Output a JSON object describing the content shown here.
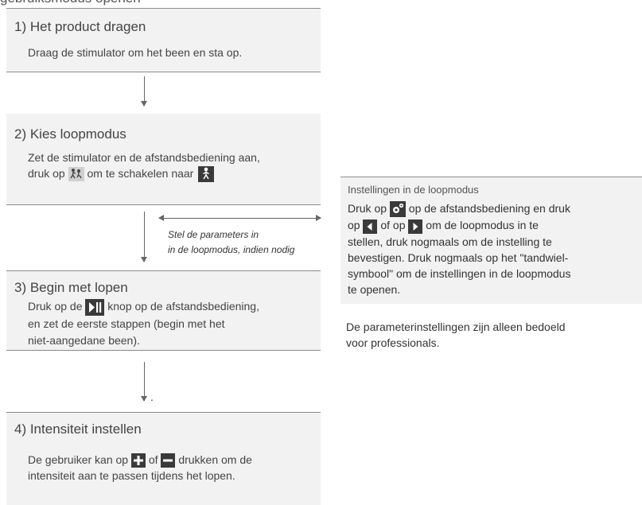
{
  "cut_text": "gebruiksmodus openen",
  "step1": {
    "title": "1) Het product dragen",
    "body": "Draag de stimulator om het been en sta op."
  },
  "step2": {
    "title": "2) Kies loopmodus",
    "line1": "Zet de stimulator en de afstandsbediening aan,",
    "line2a": "druk op ",
    "line2b": " om te schakelen naar "
  },
  "flow_note": {
    "line1": "Stel de parameters in",
    "line2": "in de loopmodus, indien nodig"
  },
  "step3": {
    "title": "3) Begin met lopen",
    "a": "Druk op de ",
    "b": " knop op de afstandsbediening,",
    "c": "en zet de eerste stappen (begin met het",
    "d": "niet-aangedane been)."
  },
  "step4": {
    "title": "4) Intensiteit instellen",
    "a": "De gebruiker kan op ",
    "b": " of ",
    "c": " drukken om de",
    "d": "intensiteit aan te passen tijdens het lopen."
  },
  "side": {
    "title": "Instellingen in de loopmodus",
    "a": "Druk op ",
    "b": " op de afstandsbediening en druk",
    "c": "op ",
    "d": " of op ",
    "e": " om de loopmodus in te",
    "f": "stellen, druk nogmaals om de instelling te",
    "g": "bevestigen. Druk nogmaals op het \"tandwiel-",
    "h": "symbool\" om de instellingen in de  loopmodus",
    "i": "te openen."
  },
  "note": {
    "a": "De parameterinstellingen zijn alleen bedoeld",
    "b": "voor professionals."
  },
  "dot": ".",
  "icons": {
    "walking-mode": "walk-mode-icon",
    "walk-person": "walk-person-icon",
    "play-pause": "play-pause-icon",
    "plus": "plus-icon",
    "minus": "minus-icon",
    "gear": "gear-icon",
    "left": "left-arrow-icon",
    "right": "right-arrow-icon"
  },
  "colors": {
    "icon_bg": "#3a3a3a",
    "box_bg": "#f2f2f2",
    "rule": "#8c8c8c"
  }
}
